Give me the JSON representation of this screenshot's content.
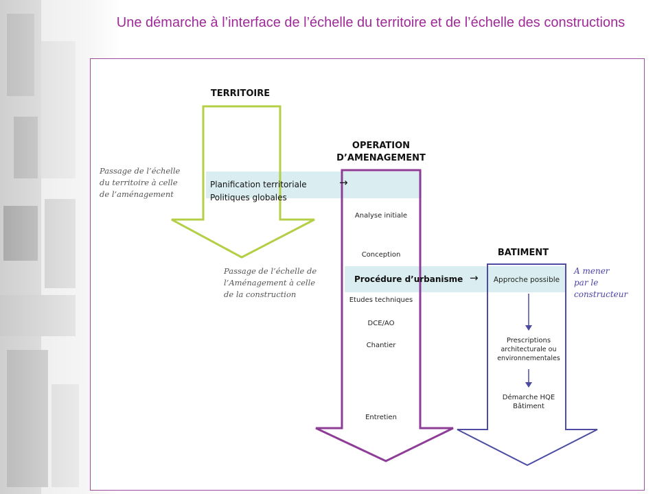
{
  "slide": {
    "title": "Une démarche à l’interface de l’échelle du territoire et de l’échelle des constructions"
  },
  "diagram": {
    "territoire": {
      "header": "TERRITOIRE",
      "band_lines": [
        "Planification territoriale",
        "Politiques globales"
      ],
      "color": "#b3cf45"
    },
    "operation": {
      "header_lines": [
        "OPERATION",
        "D’AMENAGEMENT"
      ],
      "steps": [
        "Analyse initiale",
        "Conception",
        "Etudes techniques",
        "DCE/AO",
        "Chantier",
        "Entretien"
      ],
      "band_label": "Procédure d’urbanisme",
      "color": "#8e3d97"
    },
    "batiment": {
      "header": "BATIMENT",
      "band_label": "Approche possible",
      "steps": [
        [
          "Prescriptions",
          "architecturale ou",
          "environnementales"
        ],
        [
          "Démarche HQE",
          "Bâtiment"
        ]
      ],
      "color": "#4c4aa3"
    },
    "notes": {
      "territoire_to_amenagement": [
        "Passage de l’échelle",
        "du territoire à celle",
        "de l’aménagement"
      ],
      "amenagement_to_construction": [
        "Passage de l’échelle de",
        "l’Aménagement à celle",
        "de la construction"
      ],
      "constructeur": [
        "A mener",
        "par le",
        "constructeur"
      ]
    },
    "band_color": "#d4ebee",
    "arrow_glyph": "→"
  }
}
